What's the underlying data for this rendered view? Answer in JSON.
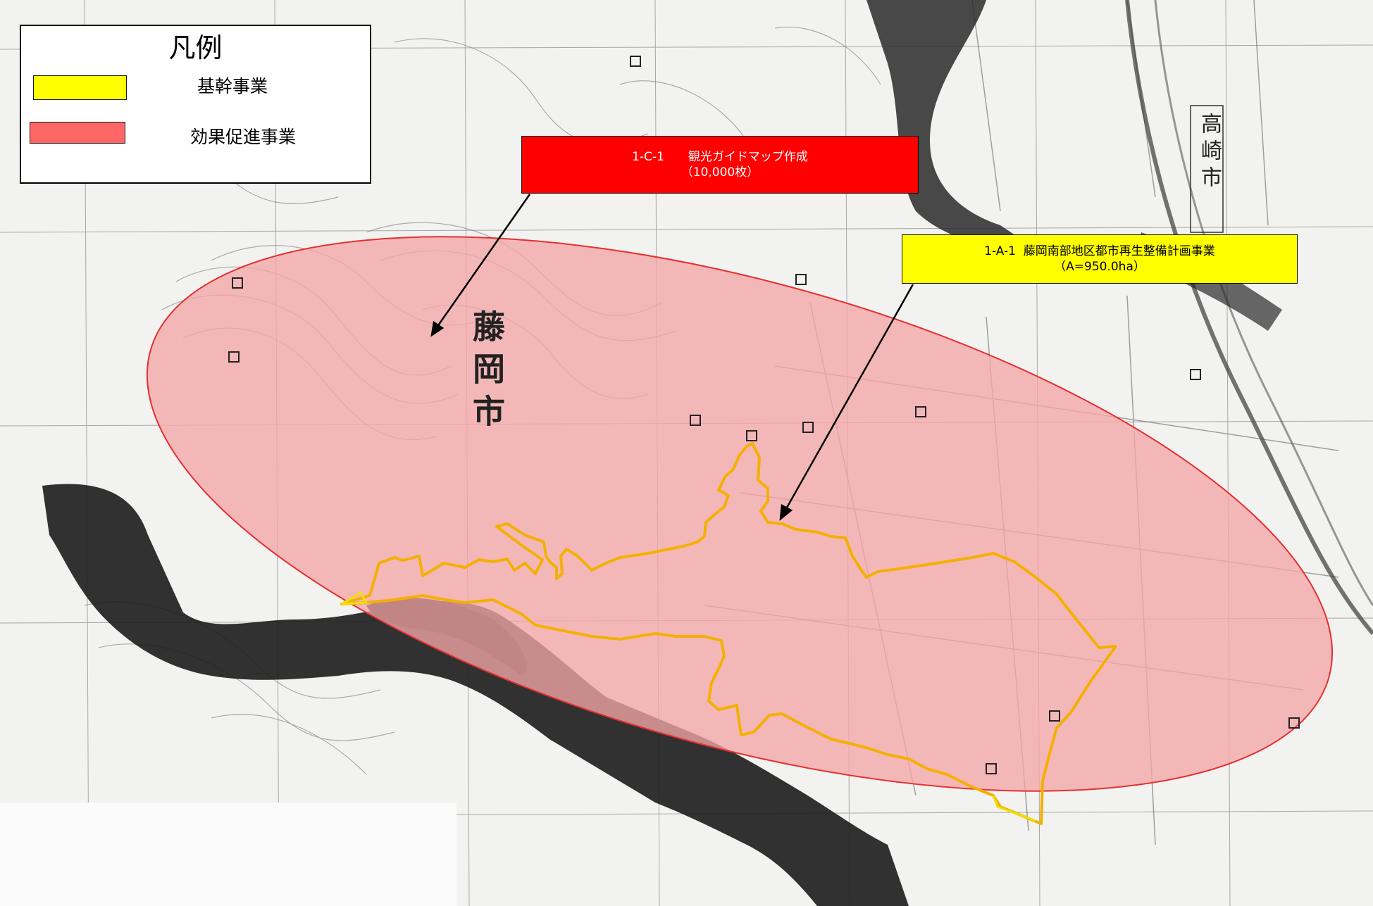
{
  "legend": {
    "title": "凡例",
    "items": [
      {
        "label": "基幹事業",
        "swatch_color": "#ffff00"
      },
      {
        "label": "効果促進事業",
        "swatch_color": "#ff6666"
      }
    ]
  },
  "callouts": [
    {
      "id": "1-C-1",
      "line1": "1-C-1　　観光ガイドマップ作成",
      "line2": "（10,000枚）",
      "fill_color": "#ff0000",
      "text_color": "#ffffff"
    },
    {
      "id": "1-A-1",
      "line1": "1-A-1  藤岡南部地区都市再生整備計画事業",
      "line2": "（A=950.0ha）",
      "fill_color": "#ffff00",
      "text_color": "#000000"
    }
  ],
  "map_labels": {
    "city": "藤岡市",
    "neighbor_city": "高崎市"
  },
  "colors": {
    "effect_area_fill": "#f5a6a8",
    "effect_area_stroke": "#e53030",
    "core_area_stroke": "#f0b400",
    "river": "#1a1a1a",
    "map_paper": "#f2f2f0"
  }
}
